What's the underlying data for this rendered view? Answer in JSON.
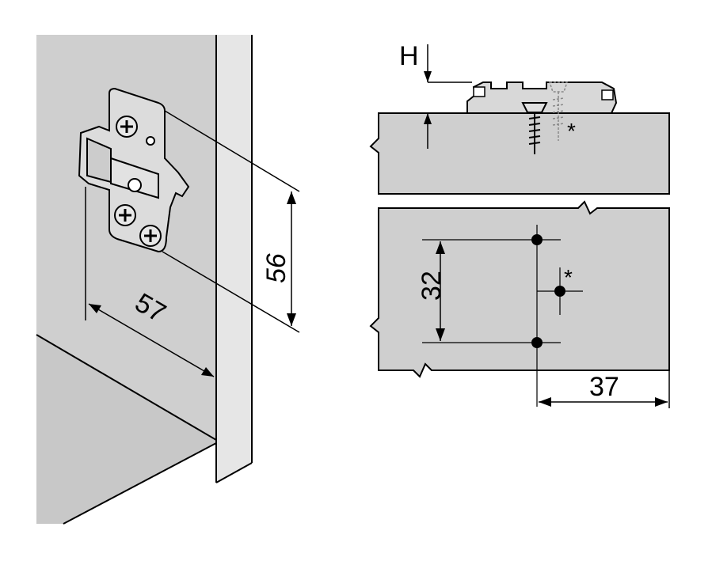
{
  "dimensions": {
    "width_57": "57",
    "height_56": "56",
    "spacing_32": "32",
    "offset_37": "37",
    "plate_height_label": "H"
  },
  "markers": {
    "optional_hole": "*",
    "optional_screw": "*"
  },
  "colors": {
    "panel_fill": "#cfcfcf",
    "panel_light": "#d9d9d9",
    "cabinet_side": "#e2e2e2",
    "stroke": "#000000",
    "hinge_fill": "#dcdcdc"
  }
}
